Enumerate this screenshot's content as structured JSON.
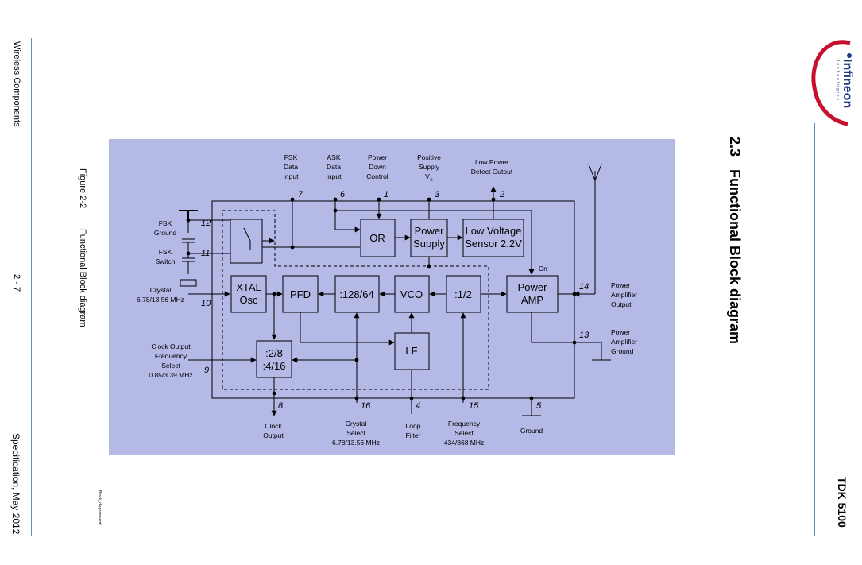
{
  "footer": {
    "product_family": "Wireless Components",
    "page_number": "2 - 7",
    "revision": "Specification, May 2012"
  },
  "header": {
    "product": "TDK 5100",
    "section_number": "2.3",
    "section_title": "Functional Block diagram"
  },
  "logo": {
    "text": "Infineon",
    "subtext": "technologies"
  },
  "figure": {
    "caption_label": "Figure 2-2",
    "caption_text": "Functional Block diagram",
    "file_note": "Block_diagram.wmf"
  },
  "diagram": {
    "blocks": {
      "or": "OR",
      "power_supply_1": "Power",
      "power_supply_2": "Supply",
      "lv_sensor_1": "Low Voltage",
      "lv_sensor_2": "Sensor 2.2V",
      "xtal_1": "XTAL",
      "xtal_2": "Osc",
      "pfd": "PFD",
      "div128": ":128/64",
      "vco": "VCO",
      "div2": ":1/2",
      "pa_1": "Power",
      "pa_2": "AMP",
      "lf": "LF",
      "clkdiv_1": ":2/8",
      "clkdiv_2": ":4/16",
      "on": "On"
    },
    "pins": {
      "p1": "1",
      "p2": "2",
      "p3": "3",
      "p4": "4",
      "p5": "5",
      "p6": "6",
      "p7": "7",
      "p8": "8",
      "p9": "9",
      "p10": "10",
      "p11": "11",
      "p12": "12",
      "p13": "13",
      "p14": "14",
      "p15": "15",
      "p16": "16"
    },
    "labels": {
      "fsk_data": [
        "FSK",
        "Data",
        "Input"
      ],
      "ask_data": [
        "ASK",
        "Data",
        "Input"
      ],
      "power_down": [
        "Power",
        "Down",
        "Control"
      ],
      "positive_supply": [
        "Positive",
        "Supply"
      ],
      "vs": "V",
      "vs_sub": "S",
      "low_power": [
        "Low Power",
        "Detect Output"
      ],
      "fsk_ground": [
        "FSK",
        "Ground"
      ],
      "fsk_switch": [
        "FSK",
        "Switch"
      ],
      "crystal": [
        "Crystal",
        "6.78/13.56 MHz"
      ],
      "clock_select": [
        "Clock Output",
        "Frequency",
        "Select",
        "0.85/3.39 MHz"
      ],
      "clock_output": [
        "Clock",
        "Output"
      ],
      "crystal_select": [
        "Crystal",
        "Select",
        "6.78/13.56 MHz"
      ],
      "loop_filter": [
        "Loop",
        "Filter"
      ],
      "freq_select": [
        "Frequency",
        "Select",
        "434/868 MHz"
      ],
      "ground": "Ground",
      "pa_output": [
        "Power",
        "Amplifier",
        "Output"
      ],
      "pa_ground": [
        "Power",
        "Amplifier",
        "Ground"
      ]
    }
  }
}
